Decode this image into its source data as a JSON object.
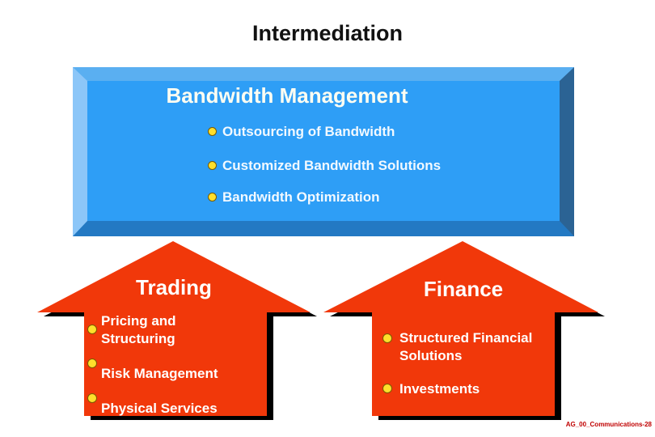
{
  "slide": {
    "title": "Intermediation",
    "footer": "AG_00_Communications-28"
  },
  "box": {
    "heading": "Bandwidth Management",
    "items": [
      {
        "label": "Outsourcing of Bandwidth"
      },
      {
        "label": "Customized Bandwidth Solutions"
      },
      {
        "label": "Bandwidth Optimization"
      }
    ]
  },
  "arrows": [
    {
      "heading": "Trading",
      "items": [
        {
          "label": "Pricing and Structuring"
        },
        {
          "label": "Risk Management"
        },
        {
          "label": "Physical Services"
        }
      ]
    },
    {
      "heading": "Finance",
      "items": [
        {
          "label": "Structured Financial Solutions"
        },
        {
          "label": "Investments"
        }
      ]
    }
  ],
  "icons": {
    "bullet": "bullet-dot-icon"
  },
  "colors": {
    "box_face": "#2e9ef6",
    "box_bevel_top": "#5aaff1",
    "box_bevel_left": "#8cc6f8",
    "box_bevel_right": "#2b6394",
    "box_bevel_bottom": "#2379c3",
    "arrow_fill": "#f1380a",
    "arrow_shadow": "#000000",
    "bullet_fill": "#ffdf2b",
    "bullet_border": "#7a5a00",
    "heading_text": "#ffffff",
    "title_text": "#111111",
    "footer_text": "#c00000"
  }
}
